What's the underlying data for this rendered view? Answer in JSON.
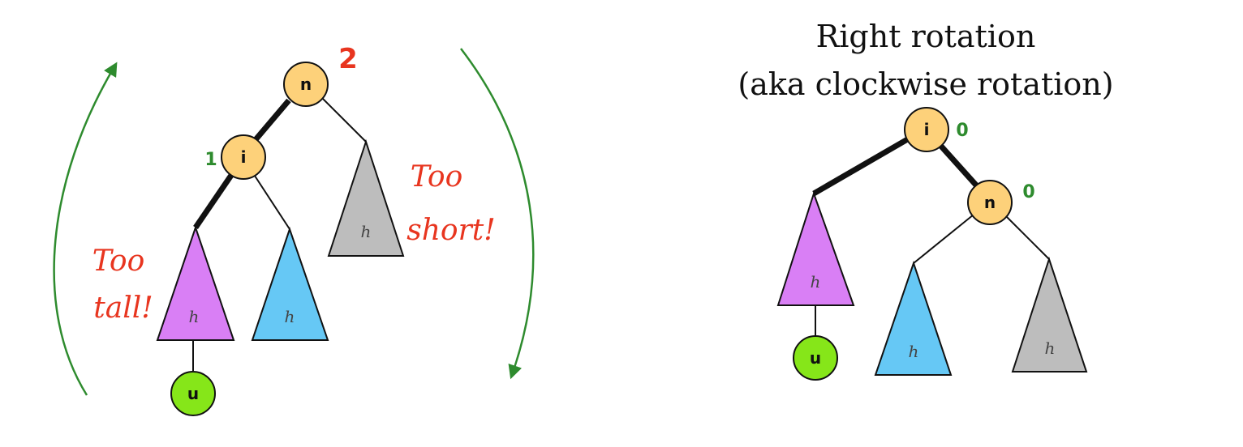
{
  "colors": {
    "node_fill": "#fdd17a",
    "leaf_fill": "#86e619",
    "subtree_tall": "#d97ff5",
    "subtree_mid": "#66c8f5",
    "subtree_short": "#bdbdbd",
    "arrow": "#2e8b2e",
    "annotation_red": "#e8351f",
    "balance_green": "#2e8b2e"
  },
  "left_diagram": {
    "node_n": "n",
    "node_i": "i",
    "node_u": "u",
    "balance_n": "2",
    "balance_i": "1",
    "subtree_left_label": "h",
    "subtree_mid_label": "h",
    "subtree_right_label": "h",
    "note_tall_line1": "Too",
    "note_tall_line2": "tall!",
    "note_short_line1": "Too",
    "note_short_line2": "short!"
  },
  "right_diagram": {
    "title_line1": "Right rotation",
    "title_line2": "(aka clockwise rotation)",
    "node_i": "i",
    "node_n": "n",
    "node_u": "u",
    "balance_i": "0",
    "balance_n": "0",
    "subtree_left_label": "h",
    "subtree_mid_label": "h",
    "subtree_right_label": "h"
  }
}
